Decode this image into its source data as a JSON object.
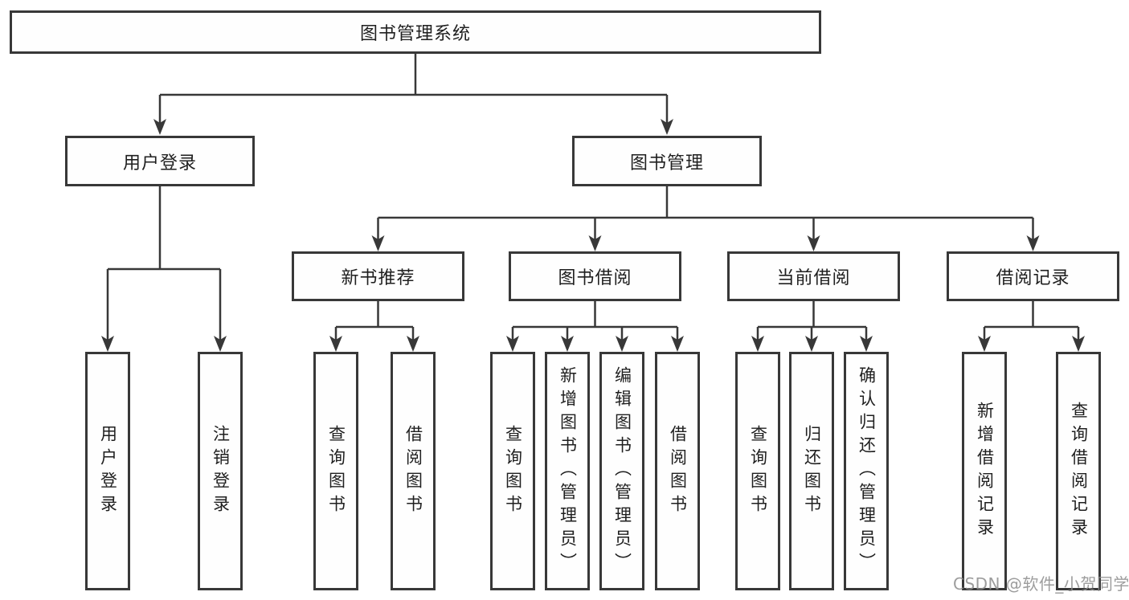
{
  "tree": {
    "root": {
      "label": "图书管理系统",
      "children": [
        {
          "label": "用户登录",
          "children": [
            {
              "label": "用户登录"
            },
            {
              "label": "注销登录"
            }
          ]
        },
        {
          "label": "图书管理",
          "children": [
            {
              "label": "新书推荐",
              "children": [
                {
                  "label": "查询图书"
                },
                {
                  "label": "借阅图书"
                }
              ]
            },
            {
              "label": "图书借阅",
              "children": [
                {
                  "label": "查询图书"
                },
                {
                  "label": "新增图书（管理员）"
                },
                {
                  "label": "编辑图书（管理员）"
                },
                {
                  "label": "借阅图书"
                }
              ]
            },
            {
              "label": "当前借阅",
              "children": [
                {
                  "label": "查询图书"
                },
                {
                  "label": "归还图书"
                },
                {
                  "label": "确认归还（管理员）"
                }
              ]
            },
            {
              "label": "借阅记录",
              "children": [
                {
                  "label": "新增借阅记录"
                },
                {
                  "label": "查询借阅记录"
                }
              ]
            }
          ]
        }
      ]
    }
  },
  "watermark": {
    "text": "CSDN @软件_小贺同学"
  },
  "colors": {
    "line": "#383838",
    "box_border": "#383838",
    "text": "#1f1f1f",
    "background": "#ffffff",
    "watermark": "#8c8c8c"
  }
}
